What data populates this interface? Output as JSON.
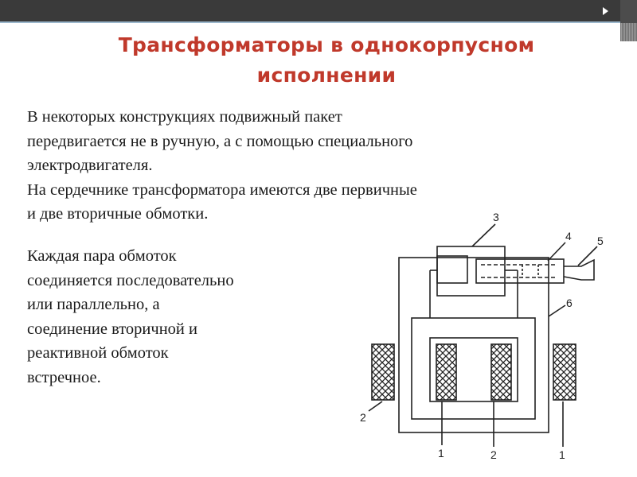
{
  "slide": {
    "title": "Трансформаторы в однокорпусном исполнении",
    "paragraph1": {
      "line1": "В некоторых конструкциях подвижный пакет",
      "line2": "передвигается не в ручную, а с помощью специального",
      "line3": "электродвигателя.",
      "line4": "На сердечнике трансформатора имеются две первичные",
      "line5": "и две вторичные обмотки."
    },
    "paragraph2": {
      "line1": "Каждая пара обмоток",
      "line2": "соединяется последовательно",
      "line3": "или параллельно, а",
      "line4": "соединение вторичной и",
      "line5": "реактивной обмоток",
      "line6": "встречное."
    }
  },
  "diagram": {
    "labels": {
      "n3": "3",
      "n4": "4",
      "n5": "5",
      "n6": "6",
      "n2_left": "2",
      "n1_bottom": "1",
      "n2_bottom": "2",
      "n1_right": "1"
    }
  },
  "colors": {
    "title": "#c0392b",
    "topbar": "#3a3a3a",
    "accent": "#9bb7cc"
  }
}
